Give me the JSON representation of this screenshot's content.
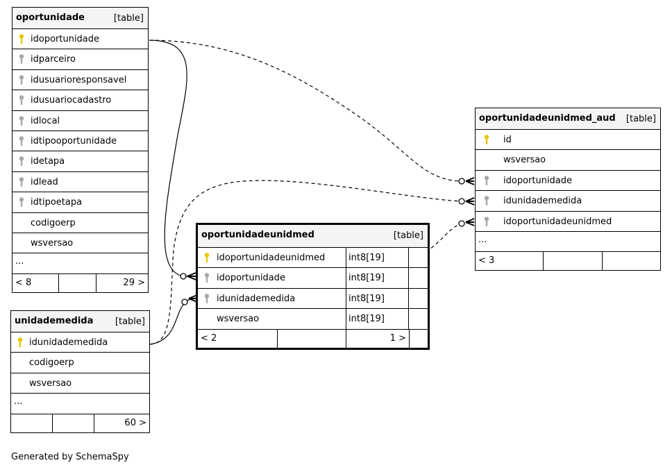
{
  "tables": {
    "oportunidade": {
      "name": "oportunidade",
      "kind": "[table]",
      "columns": [
        {
          "name": "idoportunidade",
          "key": "pk"
        },
        {
          "name": "idparceiro",
          "key": "fk"
        },
        {
          "name": "idusuarioresponsavel",
          "key": "fk"
        },
        {
          "name": "idusuariocadastro",
          "key": "fk"
        },
        {
          "name": "idlocal",
          "key": "fk"
        },
        {
          "name": "idtipooportunidade",
          "key": "fk"
        },
        {
          "name": "idetapa",
          "key": "fk"
        },
        {
          "name": "idlead",
          "key": "fk"
        },
        {
          "name": "idtipoetapa",
          "key": "fk"
        },
        {
          "name": "codigoerp",
          "key": ""
        },
        {
          "name": "wsversao",
          "key": ""
        }
      ],
      "more": "...",
      "footer": [
        "< 8",
        "",
        "29 >"
      ]
    },
    "unidademedida": {
      "name": "unidademedida",
      "kind": "[table]",
      "columns": [
        {
          "name": "idunidademedida",
          "key": "pk"
        },
        {
          "name": "codigoerp",
          "key": ""
        },
        {
          "name": "wsversao",
          "key": ""
        }
      ],
      "more": "...",
      "footer": [
        "",
        "",
        "60 >"
      ]
    },
    "oportunidadeunidmed": {
      "name": "oportunidadeunidmed",
      "kind": "[table]",
      "columns": [
        {
          "name": "idoportunidadeunidmed",
          "key": "pk",
          "type": "int8[19]"
        },
        {
          "name": "idoportunidade",
          "key": "fk",
          "type": "int8[19]"
        },
        {
          "name": "idunidademedida",
          "key": "fk",
          "type": "int8[19]"
        },
        {
          "name": "wsversao",
          "key": "",
          "type": "int8[19]"
        }
      ],
      "footer": [
        "< 2",
        "",
        "1 >"
      ]
    },
    "oportunidadeunidmed_aud": {
      "name": "oportunidadeunidmed_aud",
      "kind": "[table]",
      "columns": [
        {
          "name": "id",
          "key": "pk"
        },
        {
          "name": "wsversao",
          "key": ""
        },
        {
          "name": "idoportunidade",
          "key": "fk"
        },
        {
          "name": "idunidademedida",
          "key": "fk"
        },
        {
          "name": "idoportunidadeunidmed",
          "key": "fk"
        }
      ],
      "more": "...",
      "footer": [
        "< 3",
        "",
        ""
      ]
    }
  },
  "colors": {
    "pk_key": "#e6c800",
    "fk_key": "#a8a8a8",
    "header_bg": "#f4f4f4"
  },
  "footer_text": "Generated by SchemaSpy"
}
